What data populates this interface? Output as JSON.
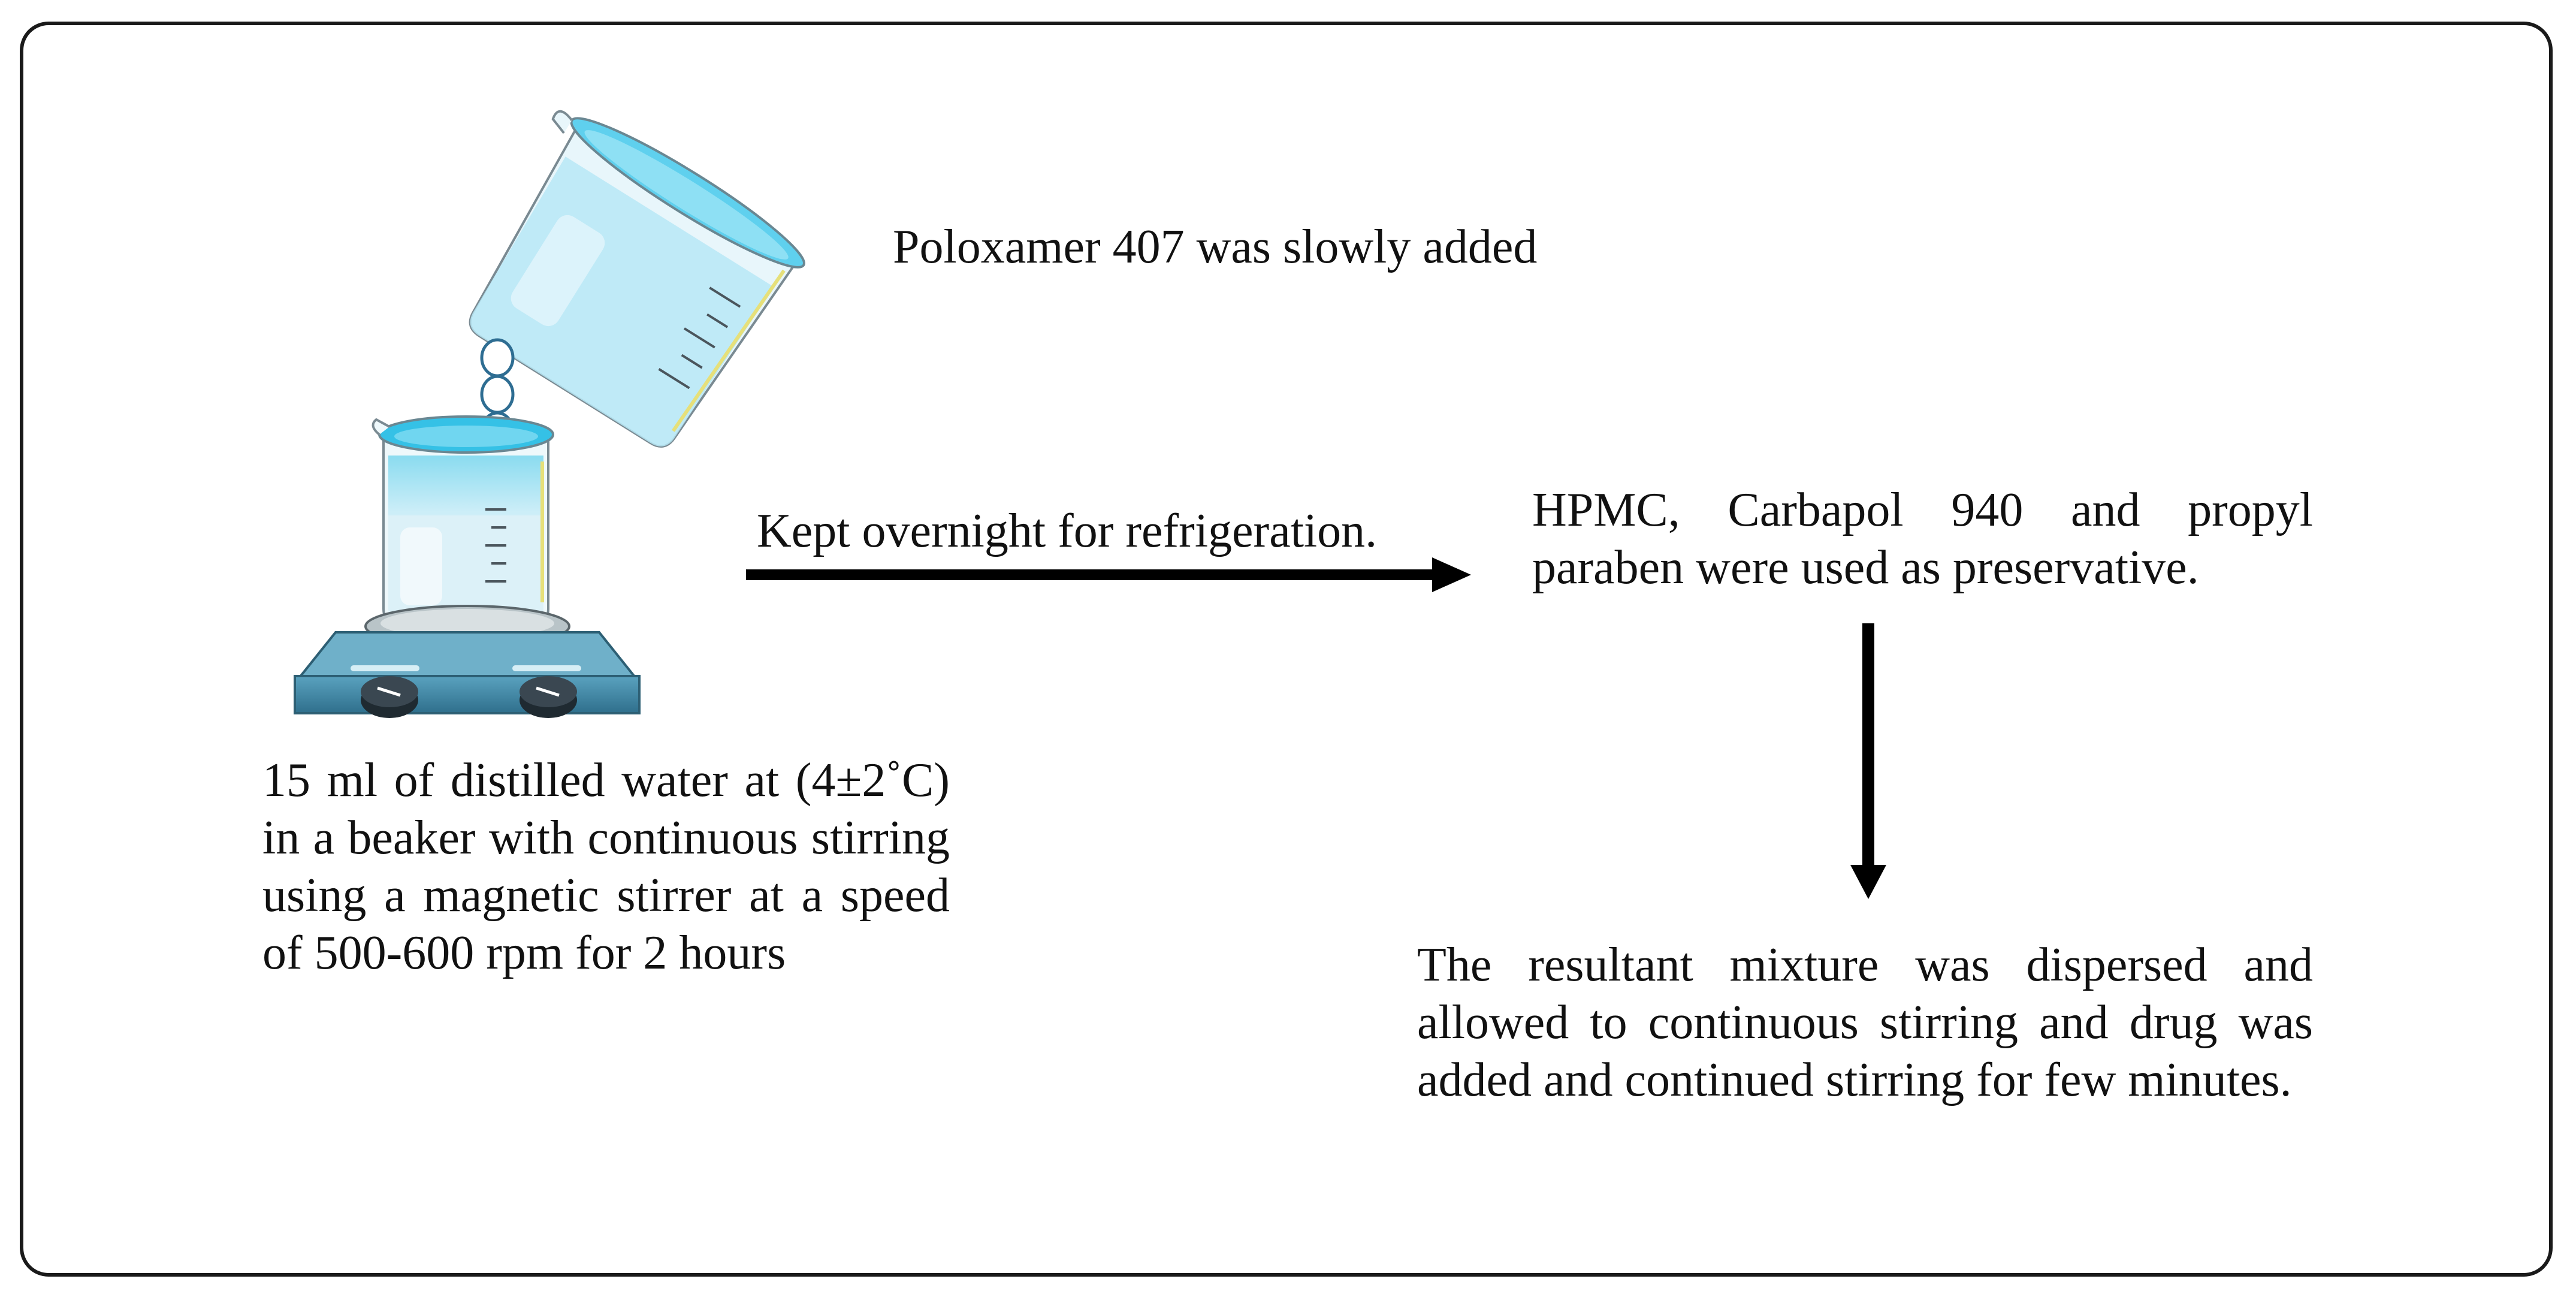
{
  "diagram": {
    "step_pour_label": "Poloxamer 407 was slowly added",
    "step_refrigerate_label": "Kept overnight for refrigeration.",
    "step_water_text": "15 ml of distilled water at (4±2˚C) in a beaker with continuous stirring using a magnetic stirrer at a speed of 500-600 rpm for 2 hours",
    "step_hpmc_text": "HPMC, Carbapol 940 and propyl paraben were used as preservative.",
    "step_result_text": "The resultant mixture was dispersed and allowed to continuous stirring and drug was added and continued stirring for few minutes."
  },
  "colors": {
    "frame": "#1a1a1a",
    "arrow": "#000000",
    "liquid": "#3cc0e0",
    "stirrer_body": "#3f86a4",
    "knob": "#2a3640"
  },
  "icons": {
    "pouring_beaker": "pouring-beaker-icon",
    "droplets": "droplet-icon",
    "beaker_on_stirrer": "beaker-icon",
    "magnetic_stirrer": "magnetic-stirrer-icon"
  }
}
